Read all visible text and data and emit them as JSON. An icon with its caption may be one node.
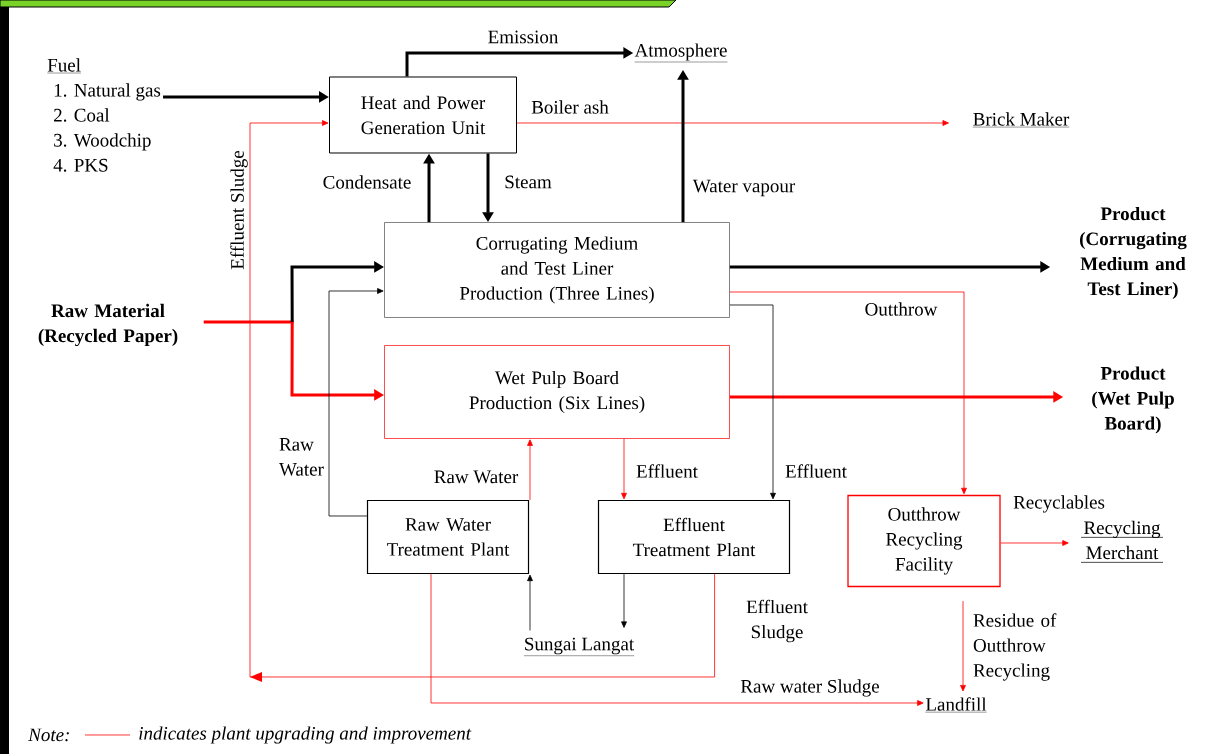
{
  "diagram": {
    "nodes": [
      {
        "text": [
          "Fuel",
          "1. Natural gas",
          "2. Coal",
          "3. Woodchip",
          "4. PKS"
        ]
      },
      {
        "text": [
          "Heat and Power Generation Unit"
        ]
      },
      {
        "text": [
          "Atmosphere"
        ]
      },
      {
        "text": [
          "Brick Maker"
        ]
      },
      {
        "text": [
          "Corrugating Medium and Test Liner Production (Three Lines)"
        ]
      },
      {
        "text": [
          "Product (Corrugating Medium and Test Liner)"
        ]
      },
      {
        "text": [
          "Raw Material (Recycled Paper)"
        ]
      },
      {
        "text": [
          "Wet Pulp Board Production (Six Lines)"
        ]
      },
      {
        "text": [
          "Product (Wet Pulp Board)"
        ]
      },
      {
        "text": [
          "Raw Water Treatment Plant"
        ]
      },
      {
        "text": [
          "Effluent Treatment Plant"
        ]
      },
      {
        "text": [
          "Outthrow Recycling Facility"
        ]
      },
      {
        "text": [
          "Recycling Merchant"
        ]
      },
      {
        "text": [
          "Sungai Langat"
        ]
      },
      {
        "text": [
          "Landfill"
        ]
      }
    ],
    "edges": [
      {
        "from": 0,
        "to": 1,
        "arrow": "to",
        "style": "thick"
      },
      {
        "from": 1,
        "to": 2,
        "arrow": "to",
        "style": "thick",
        "label": "Emission"
      },
      {
        "from": 1,
        "to": 3,
        "arrow": "to",
        "color": "#ff0000",
        "label": "Boiler ash"
      },
      {
        "from": 4,
        "to": 1,
        "arrow": "to",
        "style": "thick",
        "label": "Condensate"
      },
      {
        "from": 1,
        "to": 4,
        "arrow": "to",
        "style": "thick",
        "label": "Steam"
      },
      {
        "from": 4,
        "to": 2,
        "arrow": "to",
        "style": "thick",
        "label": "Water vapour"
      },
      {
        "from": 4,
        "to": 5,
        "arrow": "to",
        "style": "thick"
      },
      {
        "from": 6,
        "to": 4,
        "arrow": "to",
        "style": "thick"
      },
      {
        "from": 6,
        "to": 7,
        "arrow": "to",
        "style": "thick",
        "color": "#ff0000"
      },
      {
        "from": 7,
        "to": 8,
        "arrow": "to",
        "style": "thick",
        "color": "#ff0000"
      },
      {
        "from": 4,
        "to": 11,
        "arrow": "to",
        "color": "#ff0000",
        "label": "Outthrow"
      },
      {
        "from": 9,
        "to": 4,
        "arrow": "to",
        "label": "Raw Water"
      },
      {
        "from": 9,
        "to": 7,
        "arrow": "to",
        "color": "#ff0000",
        "label": "Raw Water"
      },
      {
        "from": 7,
        "to": 10,
        "arrow": "to",
        "color": "#ff0000",
        "label": "Effluent"
      },
      {
        "from": 4,
        "to": 10,
        "arrow": "to",
        "label": "Effluent"
      },
      {
        "from": 13,
        "to": 9,
        "arrow": "to"
      },
      {
        "from": 10,
        "to": 13,
        "arrow": "to"
      },
      {
        "from": 10,
        "to": 1,
        "arrow": "to",
        "color": "#ff0000",
        "label": "Effluent Sludge"
      },
      {
        "from": 9,
        "to": 14,
        "arrow": "to",
        "color": "#ff0000",
        "label": "Raw water Sludge"
      },
      {
        "from": 11,
        "to": 12,
        "arrow": "to",
        "color": "#ff0000",
        "label": "Recyclables"
      },
      {
        "from": 11,
        "to": 14,
        "arrow": "to",
        "color": "#ff0000",
        "label": "Residue of Outthrow Recycling"
      }
    ],
    "labels": [
      "Effluent Sludge",
      "Note:"
    ],
    "legend": [
      {
        "text": "indicates plant upgrading and improvement"
      }
    ]
  }
}
